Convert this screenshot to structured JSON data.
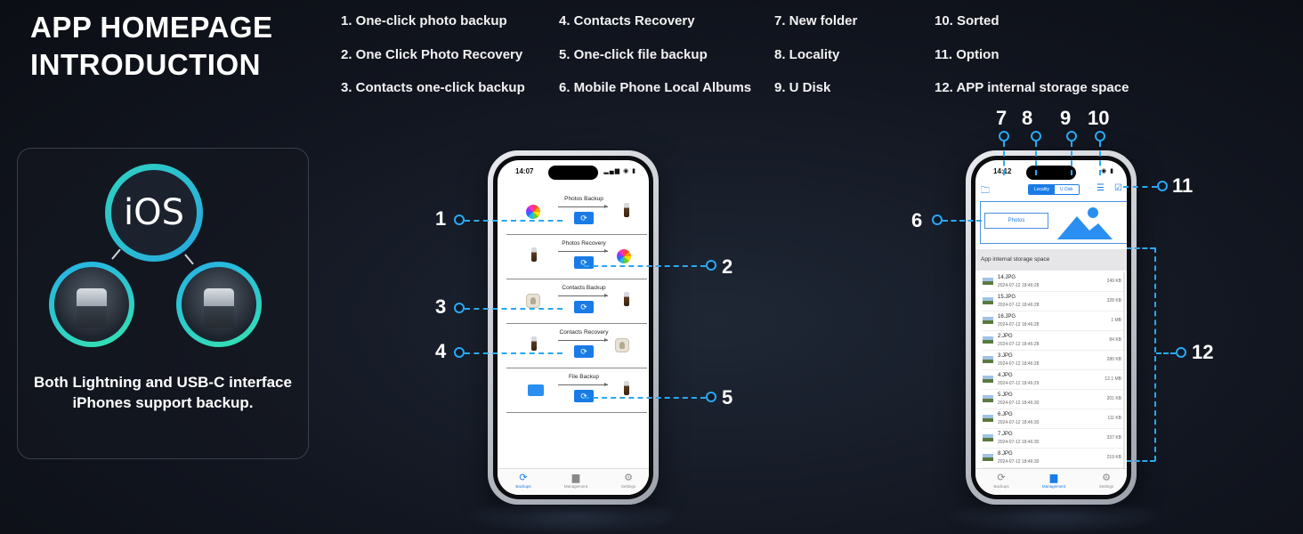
{
  "title": {
    "line1": "APP HOMEPAGE",
    "line2": "INTRODUCTION"
  },
  "legend": [
    "1. One-click photo backup",
    "2. One Click Photo Recovery",
    "3. Contacts one-click backup",
    "4. Contacts Recovery",
    "5. One-click file backup",
    "6. Mobile Phone Local Albums",
    "7. New folder",
    "8. Locality",
    "9. U Disk",
    "10. Sorted",
    "11. Option",
    "12. APP internal storage space"
  ],
  "ios_card": {
    "badge": "iOS",
    "support_line1": "Both Lightning and USB-C interface",
    "support_line2": "iPhones support backup."
  },
  "phone_backup": {
    "time": "14:07",
    "rows": [
      {
        "label": "Photos Backup"
      },
      {
        "label": "Photos Recovery"
      },
      {
        "label": "Contacts Backup"
      },
      {
        "label": "Contacts Recovery"
      },
      {
        "label": "File Backup"
      }
    ],
    "tabs": [
      "Backups",
      "Management",
      "Settings"
    ],
    "active_tab": "Backups"
  },
  "phone_manage": {
    "time": "14:12",
    "seg_locality": "Locality",
    "seg_udisk": "U Disk",
    "photos_label": "Photos",
    "storage_header": "App internal storage space",
    "files": [
      {
        "name": "14.JPG",
        "date": "2024-07-12 18:46:28",
        "size": "249 KB"
      },
      {
        "name": "15.JPG",
        "date": "2024-07-12 18:46:28",
        "size": "328 KB"
      },
      {
        "name": "16.JPG",
        "date": "2024-07-12 18:46:28",
        "size": "1 MB"
      },
      {
        "name": "2.JPG",
        "date": "2024-07-12 18:46:28",
        "size": "84 KB"
      },
      {
        "name": "3.JPG",
        "date": "2024-07-12 18:46:28",
        "size": "280 KB"
      },
      {
        "name": "4.JPG",
        "date": "2024-07-12 18:46:29",
        "size": "12.1 MB"
      },
      {
        "name": "5.JPG",
        "date": "2024-07-12 18:46:30",
        "size": "201 KB"
      },
      {
        "name": "6.JPG",
        "date": "2024-07-12 18:46:30",
        "size": "111 KB"
      },
      {
        "name": "7.JPG",
        "date": "2024-07-12 18:46:30",
        "size": "337 KB"
      },
      {
        "name": "8.JPG",
        "date": "2024-07-12 18:46:30",
        "size": "219 KB"
      }
    ],
    "tabs": [
      "Backups",
      "Management",
      "Settings"
    ],
    "active_tab": "Management"
  },
  "callouts": [
    "1",
    "2",
    "3",
    "4",
    "5",
    "6",
    "7",
    "8",
    "9",
    "10",
    "11",
    "12"
  ],
  "colors": {
    "accent": "#2aa8f2",
    "app_blue": "#1a7be6",
    "background": "#121620"
  }
}
